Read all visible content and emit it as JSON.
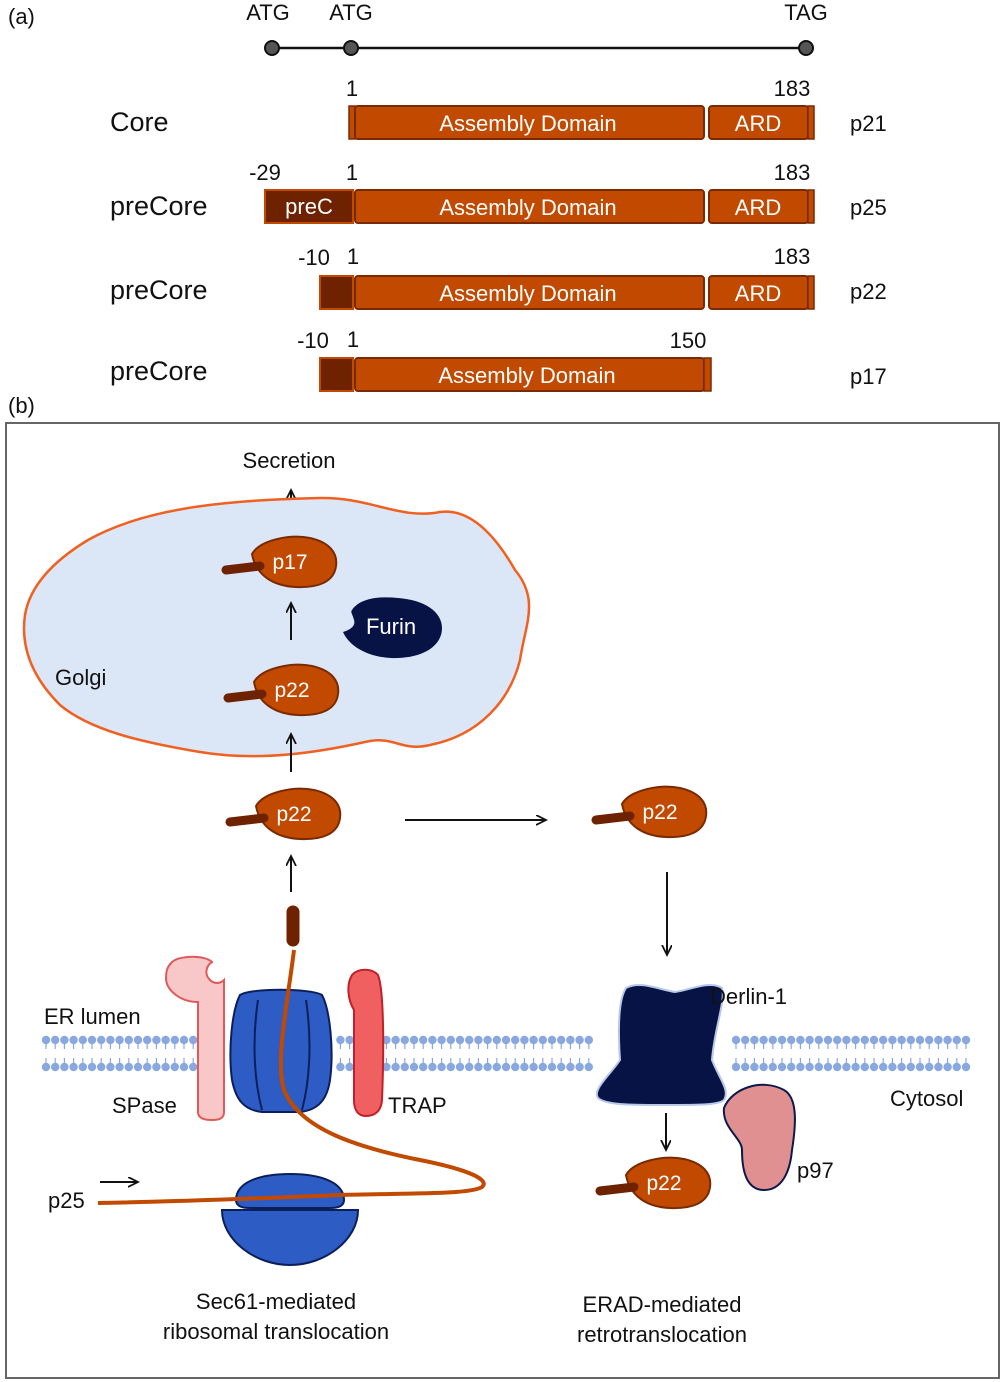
{
  "panel_a": {
    "label": "(a)",
    "gene": {
      "start1": "ATG",
      "start2": "ATG",
      "stop": "TAG"
    },
    "rows": [
      {
        "name": "Core",
        "start": "",
        "one": "1",
        "end": "183",
        "pre": "",
        "assembly": "Assembly Domain",
        "ard": "ARD",
        "product": "p21"
      },
      {
        "name": "preCore",
        "start": "-29",
        "one": "1",
        "end": "183",
        "pre": "preC",
        "assembly": "Assembly Domain",
        "ard": "ARD",
        "product": "p25"
      },
      {
        "name": "preCore",
        "start": "-10",
        "one": "1",
        "end": "183",
        "pre": "",
        "assembly": "Assembly Domain",
        "ard": "ARD",
        "product": "p22"
      },
      {
        "name": "preCore",
        "start": "-10",
        "one": "1",
        "end": "150",
        "pre": "",
        "assembly": "Assembly Domain",
        "ard": "",
        "product": "p17"
      }
    ]
  },
  "panel_b": {
    "label": "(b)",
    "secretion": "Secretion",
    "golgi": "Golgi",
    "furin": "Furin",
    "proteins": {
      "golgi_p17": "p17",
      "golgi_p22": "p22",
      "er_p22": "p22",
      "cyto_p22": "p22",
      "erad_p22": "p22"
    },
    "er_lumen": "ER lumen",
    "cytosol": "Cytosol",
    "spase": "SPase",
    "trap": "TRAP",
    "p25": "p25",
    "derlin": "Derlin-1",
    "p97": "p97",
    "sec61_line1": "Sec61-mediated",
    "sec61_line2": "ribosomal translocation",
    "erad_line1": "ERAD-mediated",
    "erad_line2": "retrotranslocation"
  },
  "colors": {
    "domain": "#c24a00",
    "domain_edge": "#7a2a00",
    "signal": "#6e2200",
    "golgi_fill": "#dbe6f7",
    "golgi_edge": "#f06020",
    "navy": "#071245",
    "sec61": "#2d5cc4",
    "spase": "#f8c8c8",
    "trap": "#f06060",
    "p97": "#e09090",
    "membrane": "#8aa8e0"
  }
}
